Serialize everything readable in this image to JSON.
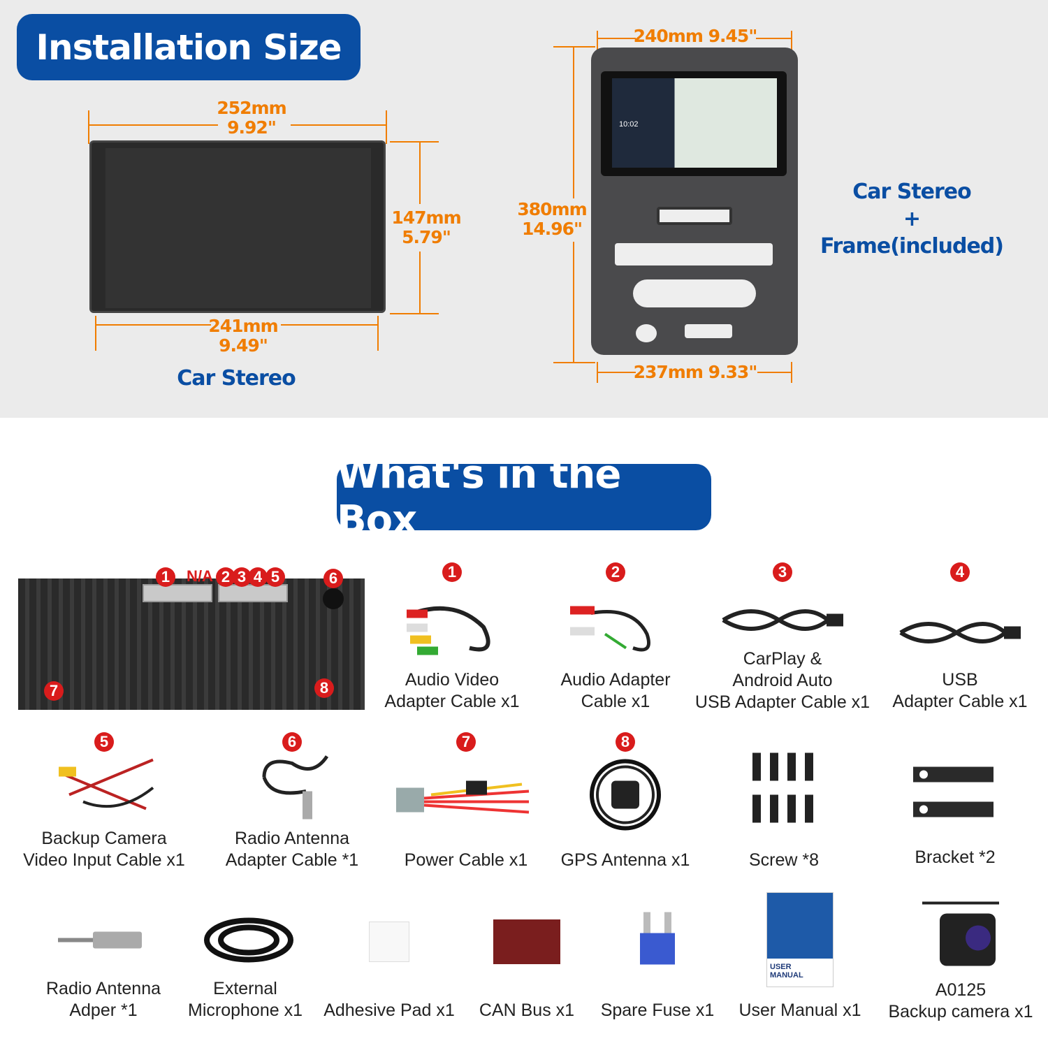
{
  "installation": {
    "title": "Installation Size",
    "stereo": {
      "width_top": "252mm",
      "width_top_in": "9.92\"",
      "height": "147mm",
      "height_in": "5.79\"",
      "width_bottom": "241mm",
      "width_bottom_in": "9.49\"",
      "caption": "Car Stereo"
    },
    "frame": {
      "width_top": "240mm",
      "width_top_in": "9.45\"",
      "height": "380mm",
      "height_in": "14.96\"",
      "width_bottom": "237mm",
      "width_bottom_in": "9.33\"",
      "caption_line1": "Car Stereo",
      "caption_line2": "+",
      "caption_line3": "Frame(included)"
    },
    "screen": {
      "clock": "10:02"
    }
  },
  "box": {
    "title": "What's in the Box",
    "back_panel": {
      "ports": [
        "1",
        "N/A",
        "2",
        "3",
        "4",
        "5",
        "6",
        "7",
        "8"
      ]
    },
    "items": [
      {
        "num": "1",
        "label": "Audio Video\nAdapter Cable x1",
        "icon": "av-cable-icon"
      },
      {
        "num": "2",
        "label": "Audio Adapter\nCable x1",
        "icon": "audio-cable-icon"
      },
      {
        "num": "3",
        "label": "CarPlay &\nAndroid Auto\nUSB Adapter Cable x1",
        "icon": "usb-cable-icon"
      },
      {
        "num": "4",
        "label": "USB\nAdapter Cable x1",
        "icon": "usb-cable-icon"
      },
      {
        "num": "5",
        "label": "Backup Camera\nVideo Input Cable x1",
        "icon": "camera-cable-icon"
      },
      {
        "num": "6",
        "label": "Radio Antenna\nAdapter Cable *1",
        "icon": "antenna-cable-icon"
      },
      {
        "num": "7",
        "label": "Power Cable x1",
        "icon": "power-cable-icon"
      },
      {
        "num": "8",
        "label": "GPS Antenna x1",
        "icon": "gps-antenna-icon"
      },
      {
        "num": "",
        "label": "Screw *8",
        "icon": "screw-icon"
      },
      {
        "num": "",
        "label": "Bracket *2",
        "icon": "bracket-icon"
      },
      {
        "num": "",
        "label": "Radio Antenna\nAdper *1",
        "icon": "antenna-adapter-icon"
      },
      {
        "num": "",
        "label": "External\nMicrophone x1",
        "icon": "microphone-icon"
      },
      {
        "num": "",
        "label": "Adhesive Pad x1",
        "icon": "adhesive-pad-icon"
      },
      {
        "num": "",
        "label": "CAN Bus x1",
        "icon": "canbus-icon"
      },
      {
        "num": "",
        "label": "Spare Fuse x1",
        "icon": "fuse-icon"
      },
      {
        "num": "",
        "label": "User Manual x1",
        "icon": "manual-icon"
      },
      {
        "num": "",
        "label": "A0125\nBackup camera x1",
        "icon": "backup-camera-icon"
      }
    ]
  }
}
